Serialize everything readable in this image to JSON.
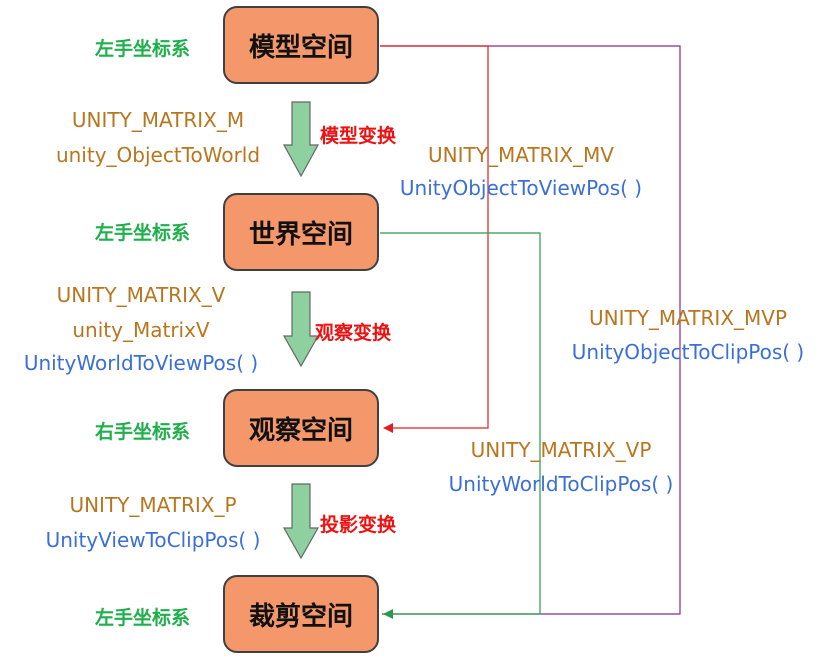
{
  "spaces": {
    "model": "模型空间",
    "world": "世界空间",
    "view": "观察空间",
    "clip": "裁剪空间"
  },
  "handedness": {
    "model": "左手坐标系",
    "world": "左手坐标系",
    "view": "右手坐标系",
    "clip": "左手坐标系"
  },
  "transforms": {
    "model": "模型变换",
    "view": "观察变换",
    "projection": "投影变换"
  },
  "matrices": {
    "m_name": "UNITY_MATRIX_M",
    "m_func": "unity_ObjectToWorld",
    "v_name": "UNITY_MATRIX_V",
    "v_var": "unity_MatrixV",
    "v_func": "UnityWorldToViewPos( )",
    "p_name": "UNITY_MATRIX_P",
    "p_func": "UnityViewToClipPos( )",
    "mv_name": "UNITY_MATRIX_MV",
    "mv_func": "UnityObjectToViewPos( )",
    "mvp_name": "UNITY_MATRIX_MVP",
    "mvp_func": "UnityObjectToClipPos( )",
    "vp_name": "UNITY_MATRIX_VP",
    "vp_func": "UnityWorldToClipPos( )"
  },
  "colors": {
    "box_fill": "#f4976b",
    "box_border": "#404040",
    "handedness": "#1faf4b",
    "transform": "#ee1111",
    "matrix_name": "#b8761f",
    "function": "#3b6fd8",
    "arrow_fill": "#8fd0a0",
    "line_mv": "#e02020",
    "line_mvp": "#8a2a8a",
    "line_vp": "#2a9a4a"
  }
}
